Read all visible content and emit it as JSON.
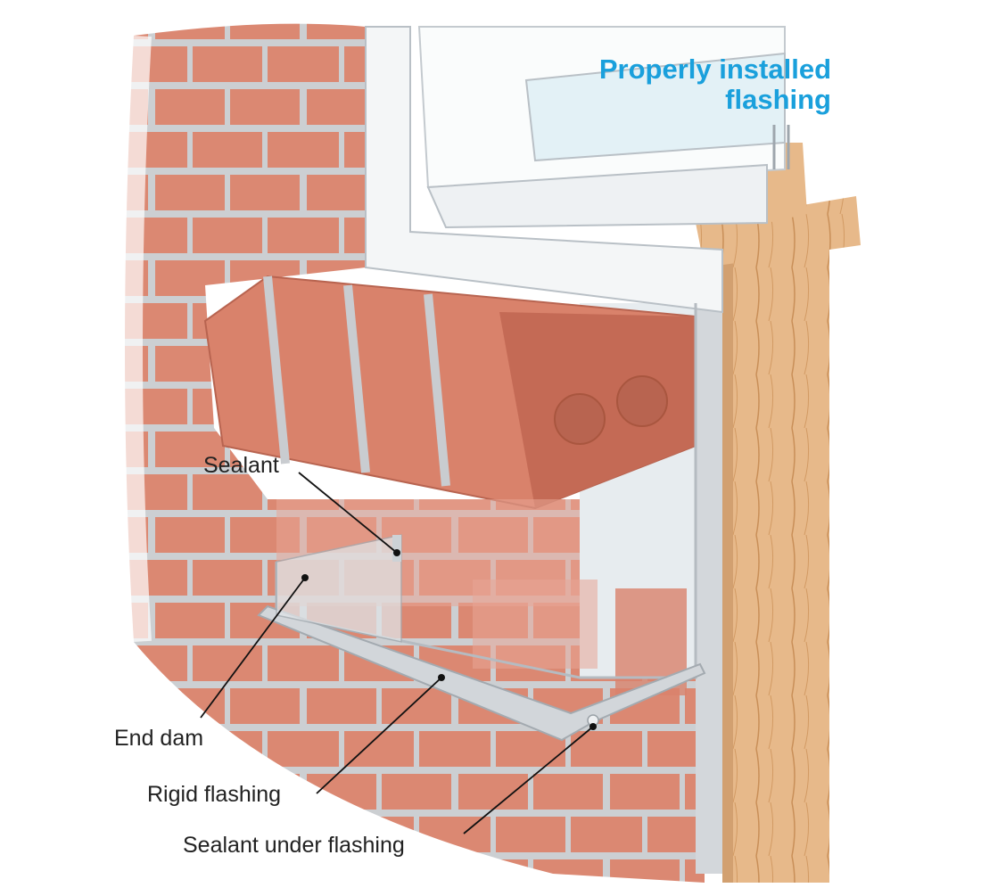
{
  "title": {
    "line1": "Properly installed",
    "line2": "flashing"
  },
  "labels": {
    "sealant": "Sealant",
    "end_dam": "End dam",
    "rigid_flashing": "Rigid flashing",
    "sealant_under_flashing": "Sealant under flashing"
  },
  "colors": {
    "title": "#1aa0dc",
    "brick": "#d9826b",
    "brick_dark": "#c46a55",
    "mortar": "#c9ccd0",
    "wood": "#e7b98a",
    "window_frame": "#f4f6f7",
    "flashing": "#d2d6da"
  }
}
